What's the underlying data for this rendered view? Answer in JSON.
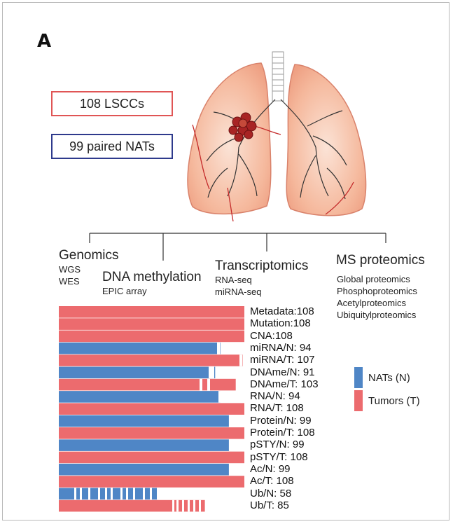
{
  "panel_letter": "A",
  "cohort": {
    "tumors_label": "108 LSCCs",
    "nats_label": "99 paired NATs"
  },
  "categories": [
    {
      "title": "Genomics",
      "subs": [
        "WGS",
        "WES"
      ]
    },
    {
      "title": "DNA methylation",
      "subs": [
        "EPIC array"
      ]
    },
    {
      "title": "Transcriptomics",
      "subs": [
        "RNA-seq",
        "miRNA-seq"
      ]
    },
    {
      "title": "MS proteomics",
      "subs": [
        "Global proteomics",
        "Phosphoproteomics",
        "Acetylproteomics",
        "Ubiquitylproteomics"
      ]
    }
  ],
  "colors": {
    "nats": "#4f86c6",
    "tumors": "#ec6b6e",
    "lung_fill": "#f6c1a8",
    "lung_stroke": "#d9826b",
    "cohort_red": "#e05555",
    "cohort_blue": "#2e3a8c"
  },
  "legend": [
    {
      "label": "NATs (N)",
      "group": "N"
    },
    {
      "label": "Tumors (T)",
      "group": "T"
    }
  ],
  "rows": [
    {
      "label": "Metadata:108",
      "group": "T",
      "count": 108,
      "max": 108
    },
    {
      "label": "Mutation:108",
      "group": "T",
      "count": 108,
      "max": 108
    },
    {
      "label": "CNA:108",
      "group": "T",
      "count": 108,
      "max": 108
    },
    {
      "label": "miRNA/N: 94",
      "group": "N",
      "count": 94,
      "max": 99
    },
    {
      "label": "miRNA/T: 107",
      "group": "T",
      "count": 107,
      "max": 108
    },
    {
      "label": "DNAme/N: 91",
      "group": "N",
      "count": 91,
      "max": 99
    },
    {
      "label": "DNAme/T: 103",
      "group": "T",
      "count": 103,
      "max": 108
    },
    {
      "label": "RNA/N: 94",
      "group": "N",
      "count": 94,
      "max": 99
    },
    {
      "label": "RNA/T: 108",
      "group": "T",
      "count": 108,
      "max": 108
    },
    {
      "label": "Protein/N: 99",
      "group": "N",
      "count": 99,
      "max": 99
    },
    {
      "label": "Protein/T: 108",
      "group": "T",
      "count": 108,
      "max": 108
    },
    {
      "label": "pSTY/N: 99",
      "group": "N",
      "count": 99,
      "max": 99
    },
    {
      "label": "pSTY/T: 108",
      "group": "T",
      "count": 108,
      "max": 108
    },
    {
      "label": "Ac/N: 99",
      "group": "N",
      "count": 99,
      "max": 99
    },
    {
      "label": "Ac/T: 108",
      "group": "T",
      "count": 108,
      "max": 108
    },
    {
      "label": "Ub/N: 58",
      "group": "N",
      "count": 58,
      "max": 99
    },
    {
      "label": "Ub/T: 85",
      "group": "T",
      "count": 85,
      "max": 108
    }
  ]
}
